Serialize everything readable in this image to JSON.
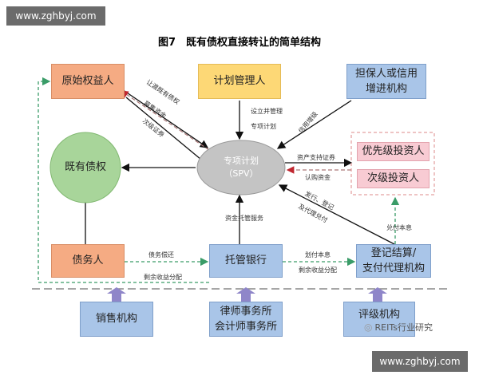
{
  "watermark": "www.zghbyj.com",
  "title": "图7　既有债权直接转让的简单结构",
  "nodes": {
    "originator": "原始权益人",
    "manager": "计划管理人",
    "guarantor": "担保人或信用增进机构",
    "existing_debt": "既有债权",
    "spv_line1": "专项计划",
    "spv_line2": "（SPV）",
    "senior": "优先级投资人",
    "junior": "次级投资人",
    "debtor": "债务人",
    "custodian": "托管银行",
    "registrar_line1": "登记结算/",
    "registrar_line2": "支付代理机构",
    "sales": "销售机构",
    "law_firm": "律师事务所",
    "accounting_firm": "会计师事务所",
    "rating": "评级机构"
  },
  "labels": {
    "transfer": "让渡既有债权",
    "raise": "募集资金",
    "sub_sec": "次级证券",
    "setup1": "设立并管理",
    "setup2": "专项计划",
    "credit": "信用增级",
    "abs": "资产支持证券",
    "subscribe": "认购资金",
    "issue1": "发行、登记",
    "issue2": "及代理兑付",
    "custody": "资金托管服务",
    "repay": "债务偿还",
    "residual_left": "剩余收益分配",
    "pay": "划付本息",
    "residual_right": "剩余收益分配",
    "redeem": "兑付本息"
  },
  "wechat": "REITs行业研究"
}
